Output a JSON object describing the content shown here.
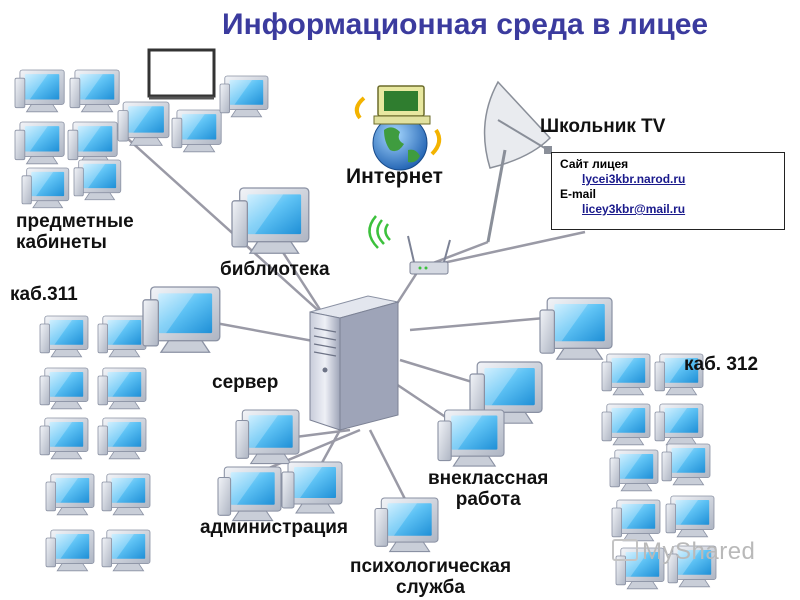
{
  "title": "Информационная среда в лицее",
  "labels": {
    "subject_rooms": "предметные\nкабинеты",
    "room_311": "каб.311",
    "library": "библиотека",
    "internet": "Интернет",
    "school_tv": "Школьник TV",
    "server": "сервер",
    "room_312": "каб. 312",
    "extracurricular": "внеклассная\nработа",
    "administration": "администрация",
    "psychology": "психологическая\nслужба"
  },
  "infobox": {
    "site_label": "Сайт лицея",
    "site_url": "lycei3kbr.narod.ru",
    "email_label": "E-mail",
    "email_address": "licey3kbr@mail.ru"
  },
  "watermark": "MyShared",
  "colors": {
    "title": "#3b3b9e",
    "link": "#1a1a8c",
    "line": "#9a9aa6",
    "screen": "#5fc3f5",
    "monitor_body": "#d8dde6"
  },
  "icons": [
    "computer-icon",
    "server-tower-icon",
    "globe-icon",
    "satellite-dish-icon",
    "router-icon",
    "whiteboard-icon",
    "wifi-signal-icon"
  ]
}
